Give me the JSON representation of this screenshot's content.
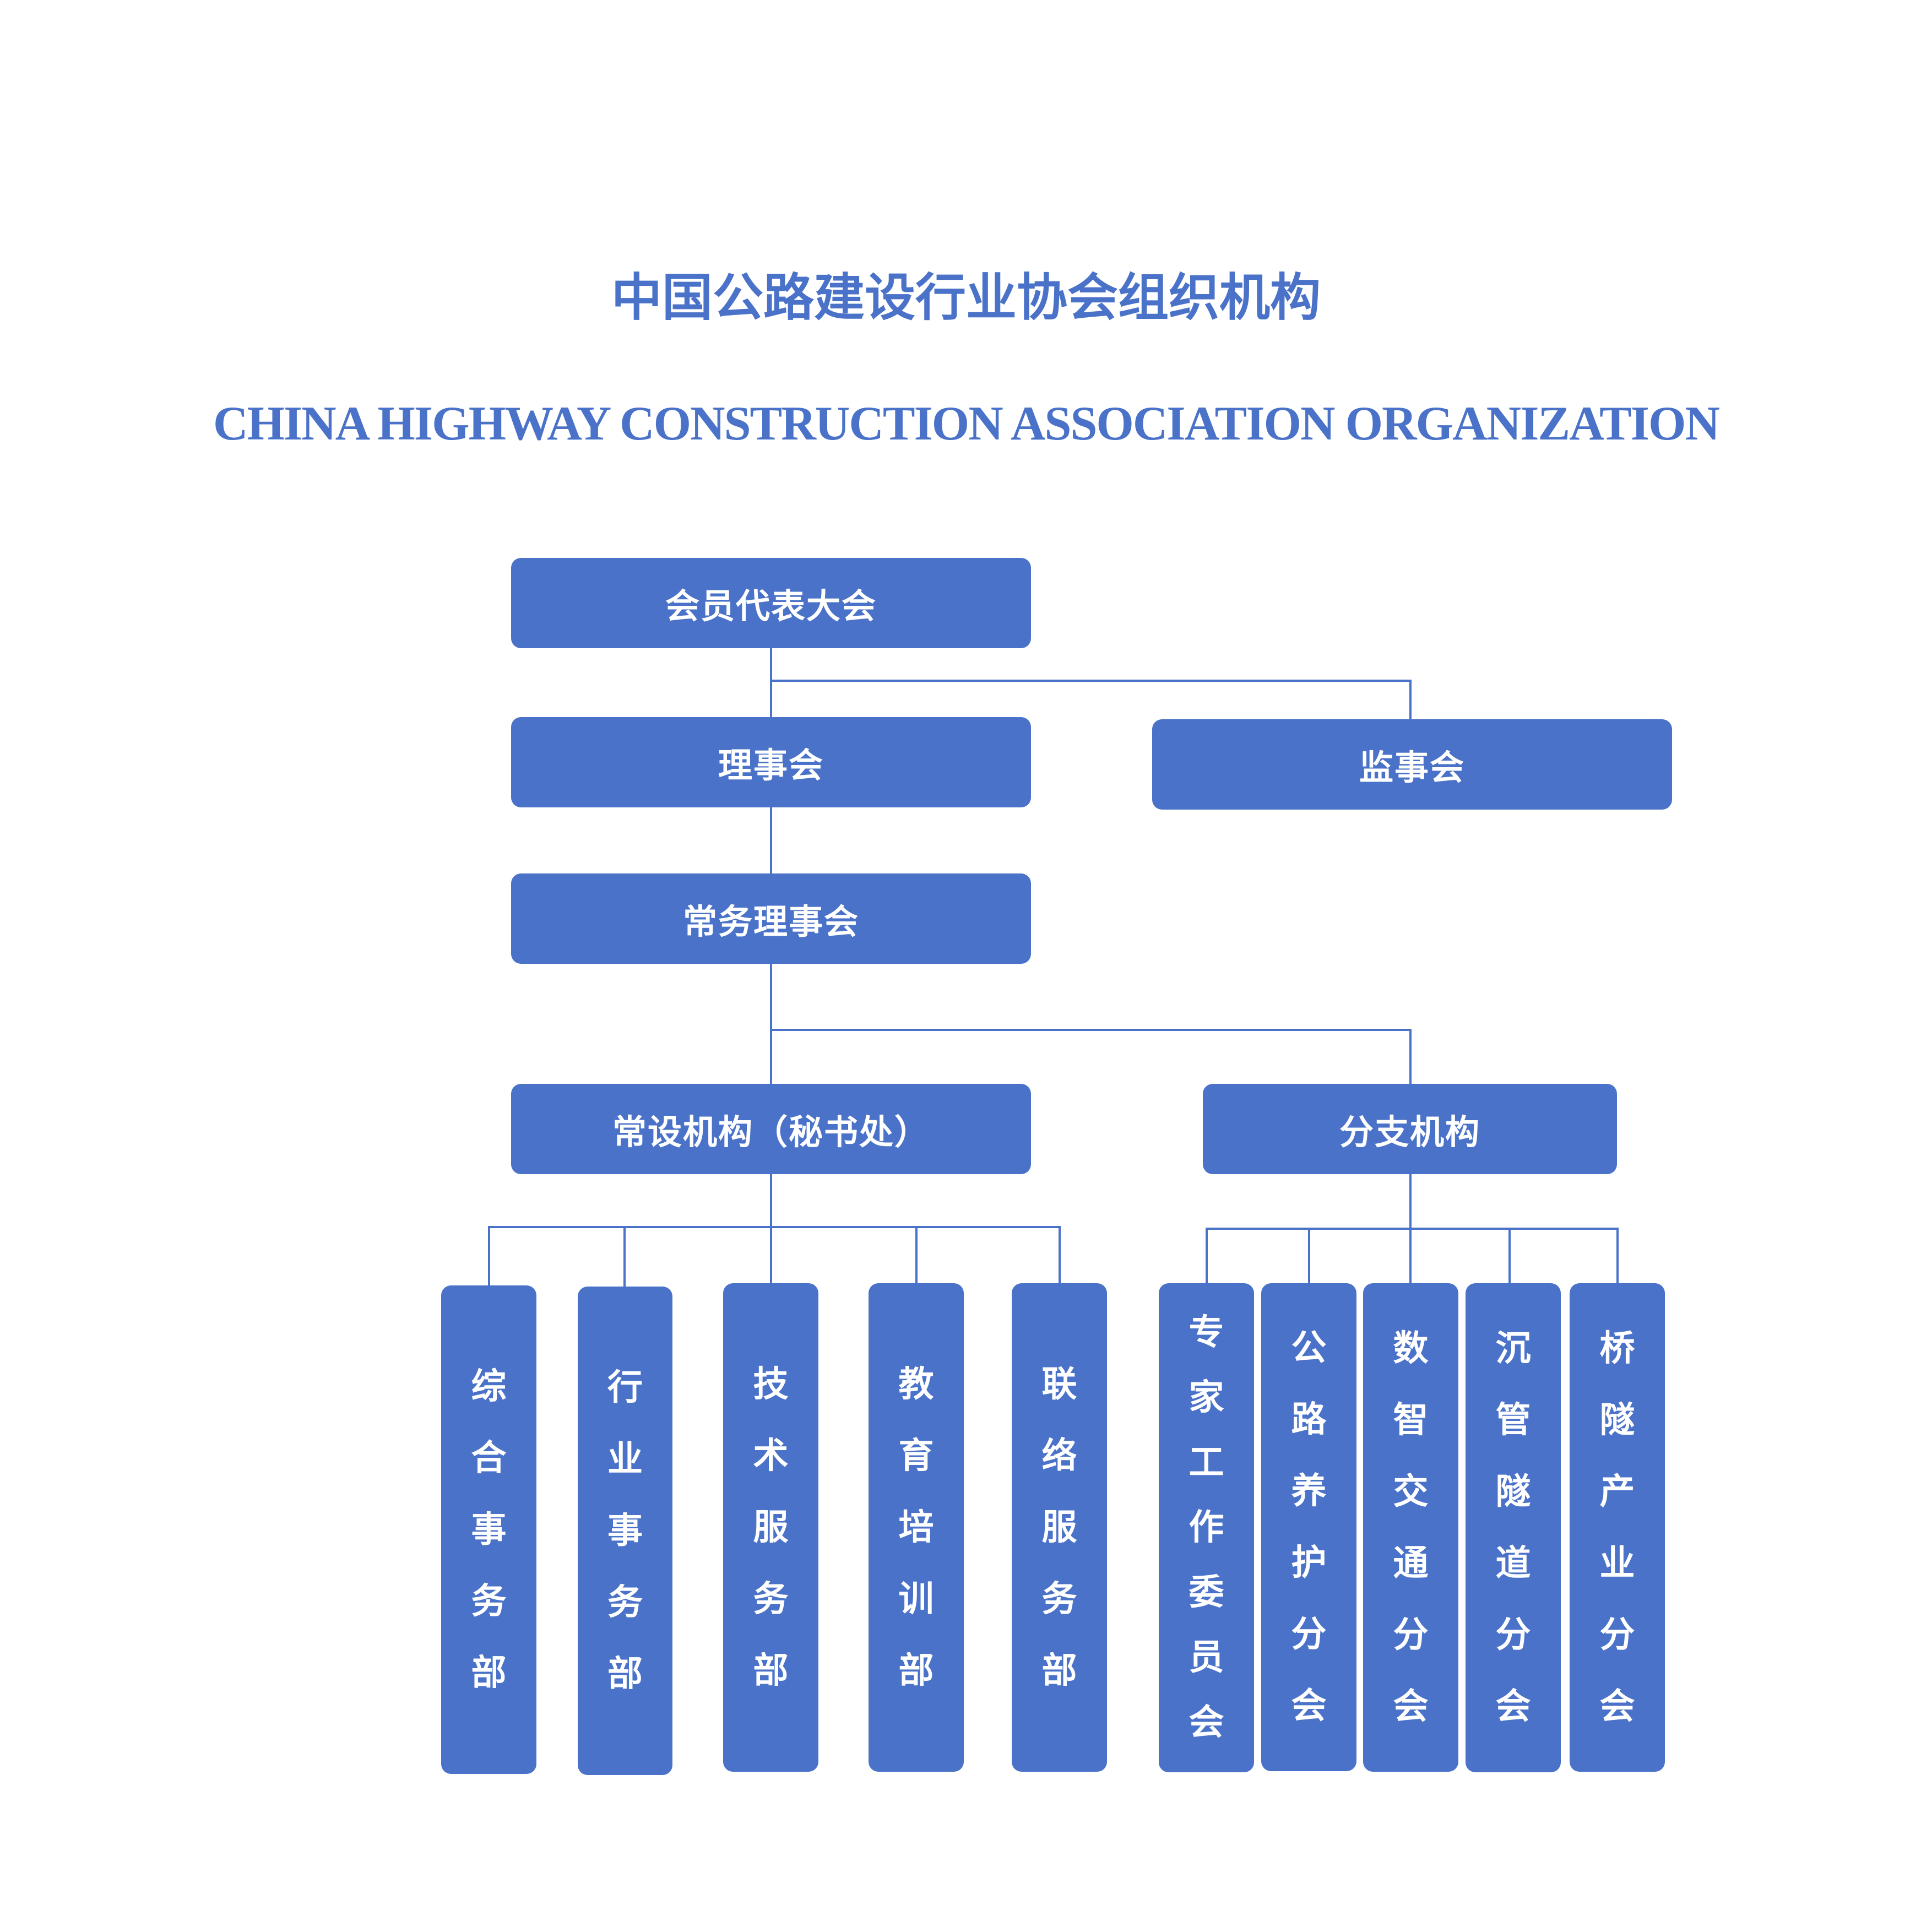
{
  "title": "中国公路建设行业协会组织机构",
  "subtitle": "CHINA HIGHWAY CONSTRUCTION ASSOCIATION ORGANIZATION",
  "nodes": {
    "general_assembly": "会员代表大会",
    "council": "理事会",
    "supervisory_board": "监事会",
    "standing_council": "常务理事会",
    "secretariat": "常设机构（秘书处）",
    "branches": "分支机构"
  },
  "departments": [
    "综合事务部",
    "行业事务部",
    "技术服务部",
    "教育培训部",
    "联络服务部"
  ],
  "branch_units": [
    "专家工作委员会",
    "公路养护分会",
    "数智交通分会",
    "沉管隧道分会",
    "桥隧产业分会"
  ],
  "colors": {
    "box": "#4a72c8",
    "line": "#4a72c8",
    "title": "#4a72c8",
    "box_text": "#ffffff"
  }
}
